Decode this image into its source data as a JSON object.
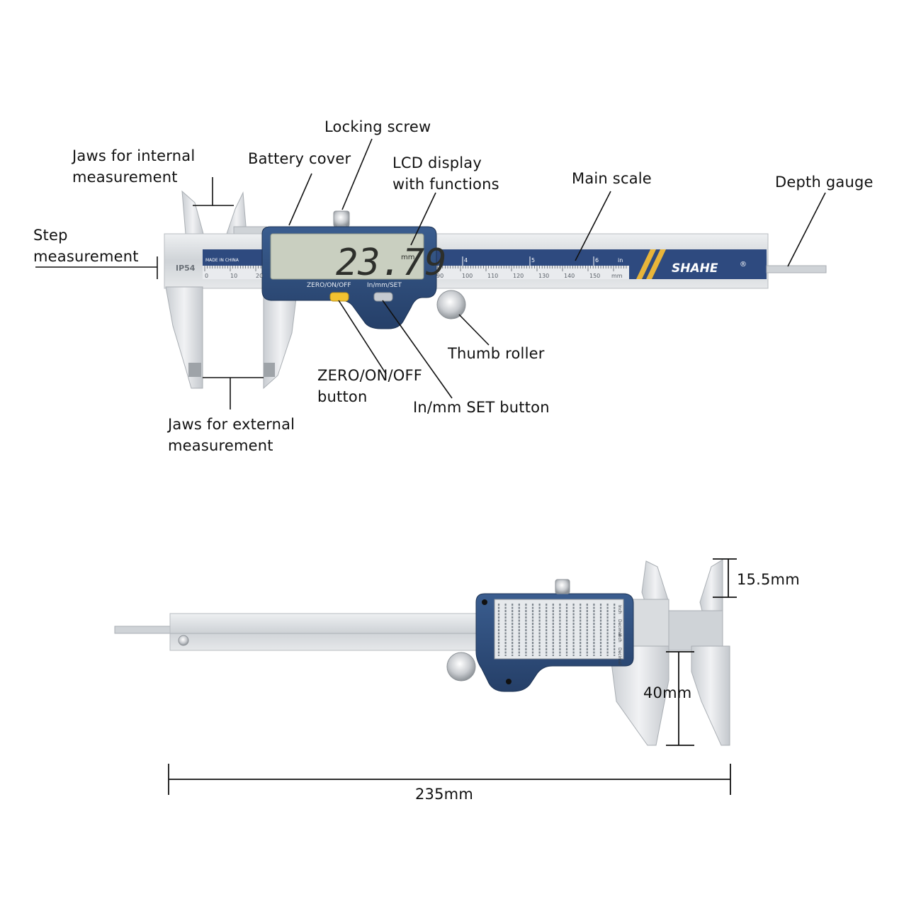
{
  "colors": {
    "stainless": "#d6d8db",
    "housing": "#2c4a78",
    "scale_band": "#2e4a7f",
    "lcd": "#c9cfc0",
    "zero_button": "#f2c230",
    "set_button": "#c6cbd1",
    "brand_stripe": "#e8b53a",
    "leader": "#111111"
  },
  "callouts": {
    "jaws_internal": [
      "Jaws for internal",
      "measurement"
    ],
    "battery_cover": "Battery cover",
    "locking_screw": "Locking screw",
    "lcd_display": [
      "LCD display",
      "with functions"
    ],
    "main_scale": "Main scale",
    "depth_gauge": "Depth gauge",
    "step_measurement": [
      "Step",
      "measurement"
    ],
    "thumb_roller": "Thumb roller",
    "zero_on_off_button": [
      "ZERO/ON/OFF",
      "button"
    ],
    "inmm_set_button": "In/mm SET button",
    "jaws_external": [
      "Jaws for external",
      "measurement"
    ]
  },
  "front_view": {
    "ip_rating": "IP54",
    "made_in": "MADE IN CHINA",
    "lcd_reading": "23.79",
    "lcd_unit": "mm",
    "zero_label": "ZERO/ON/OFF",
    "set_label": "In/mm/SET",
    "brand": "SHAHE",
    "scale_mm_labels": [
      "0",
      "10",
      "20",
      "90",
      "100",
      "110",
      "120",
      "130",
      "140",
      "150"
    ],
    "scale_mm_unit": "mm",
    "scale_in_labels": [
      "4",
      "5",
      "6"
    ],
    "scale_in_unit": "in"
  },
  "back_view": {
    "table_headers": [
      "Inch",
      "Decimal",
      "Inch",
      "Decimal"
    ]
  },
  "dimensions": {
    "jaw_width": "15.5mm",
    "jaw_depth": "40mm",
    "total_length": "235mm"
  }
}
